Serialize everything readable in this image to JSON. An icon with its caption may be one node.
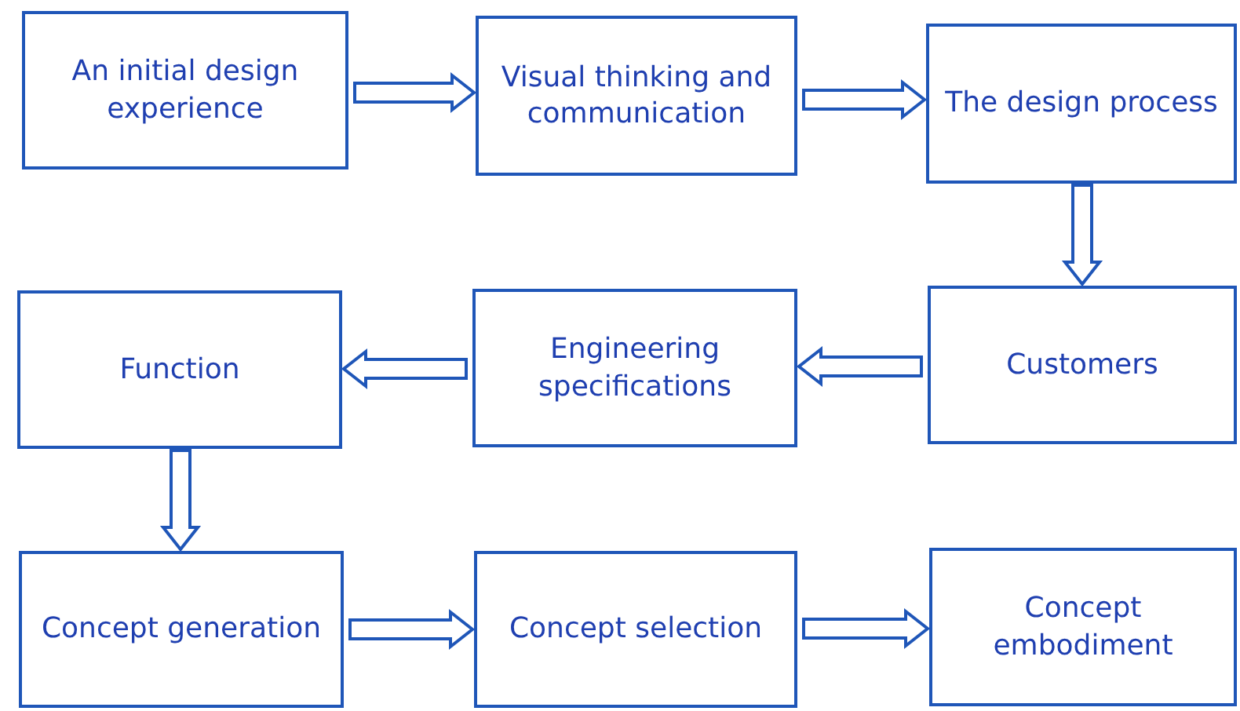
{
  "diagram": {
    "nodes": [
      {
        "text": [
          "An initial design experience"
        ]
      },
      {
        "text": [
          "Visual thinking and communication"
        ]
      },
      {
        "text": [
          "The design process"
        ]
      },
      {
        "text": [
          "Customers"
        ]
      },
      {
        "text": [
          "Engineering specifications"
        ]
      },
      {
        "text": [
          "Function"
        ]
      },
      {
        "text": [
          "Concept generation"
        ]
      },
      {
        "text": [
          "Concept selection"
        ]
      },
      {
        "text": [
          "Concept embodiment"
        ]
      }
    ],
    "edges": [
      {
        "from": 0,
        "to": 1,
        "arrow": "to"
      },
      {
        "from": 1,
        "to": 2,
        "arrow": "to"
      },
      {
        "from": 2,
        "to": 3,
        "arrow": "to"
      },
      {
        "from": 3,
        "to": 4,
        "arrow": "to"
      },
      {
        "from": 4,
        "to": 5,
        "arrow": "to"
      },
      {
        "from": 5,
        "to": 6,
        "arrow": "to"
      },
      {
        "from": 6,
        "to": 7,
        "arrow": "to"
      },
      {
        "from": 7,
        "to": 8,
        "arrow": "to"
      }
    ]
  }
}
